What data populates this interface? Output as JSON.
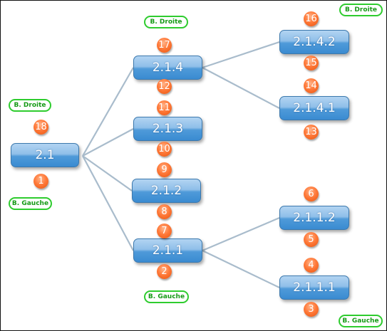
{
  "colors": {
    "link": "#a9bccc",
    "node_border": "#3b78ad",
    "number_badge": "#ff6f2d",
    "tag_border": "#2ecc2e"
  },
  "nodes": {
    "n2_1": "2.1",
    "n2_1_4": "2.1.4",
    "n2_1_3": "2.1.3",
    "n2_1_2": "2.1.2",
    "n2_1_1": "2.1.1",
    "n2_1_4_2": "2.1.4.2",
    "n2_1_4_1": "2.1.4.1",
    "n2_1_1_2": "2.1.1.2",
    "n2_1_1_1": "2.1.1.1"
  },
  "numbers": {
    "n1": "1",
    "n2": "2",
    "n3": "3",
    "n4": "4",
    "n5": "5",
    "n6": "6",
    "n7": "7",
    "n8": "8",
    "n9": "9",
    "n10": "10",
    "n11": "11",
    "n12": "12",
    "n13": "13",
    "n14": "14",
    "n15": "15",
    "n16": "16",
    "n17": "17",
    "n18": "18"
  },
  "tags": {
    "droite_root": "B. Droite",
    "gauche_root": "B. Gauche",
    "droite_level2": "B. Droite",
    "gauche_level2": "B. Gauche",
    "droite_level3": "B. Droite",
    "gauche_level3": "B. Gauche"
  }
}
